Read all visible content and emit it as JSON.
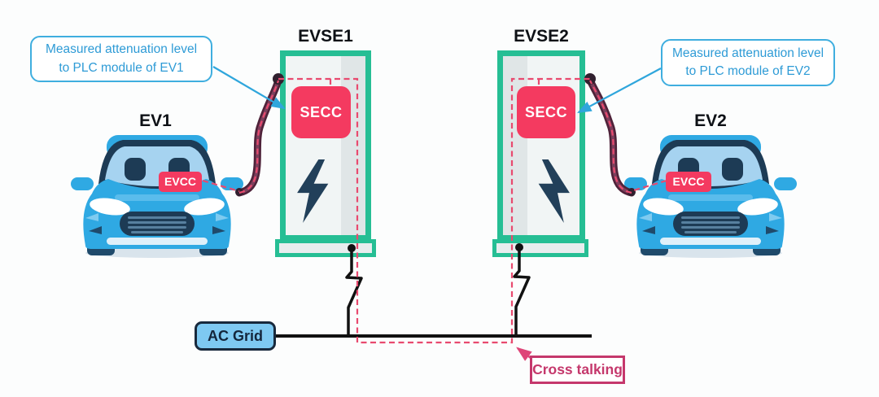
{
  "labels": {
    "evse1": "EVSE1",
    "evse2": "EVSE2",
    "ev1": "EV1",
    "ev2": "EV2",
    "secc": "SECC",
    "evcc": "EVCC",
    "ac_grid": "AC Grid",
    "cross_talking": "Cross talking"
  },
  "callouts": {
    "left": {
      "line1": "Measured attenuation level",
      "line2": "to PLC module of EV1"
    },
    "right": {
      "line1": "Measured attenuation level",
      "line2": "to PLC module of EV2"
    }
  },
  "icons": {
    "lightning_bolt": "zigzag SVG polygon (dark navy)",
    "charging_cable": "curved maroon path with plug knobs",
    "switch_symbol": "zigzag break in black wire",
    "crosstalk_path": "red dashed route EVCC1→SECC1→AC bus→SECC2→EVCC2"
  },
  "colors": {
    "tower_green": "#26BE94",
    "module_pink": "#F43A60",
    "dashed_red": "#E84A6F",
    "callout_text_blue": "#2E9BD6",
    "callout_border_blue": "#3FAEDF",
    "ac_grid_fill": "#7EC9F2",
    "cross_talk_crimson": "#C5386C",
    "car_blue": "#2FA9E3",
    "cable_maroon": "#4E2239",
    "wire_black": "#111111",
    "bolt_navy": "#22405A"
  }
}
